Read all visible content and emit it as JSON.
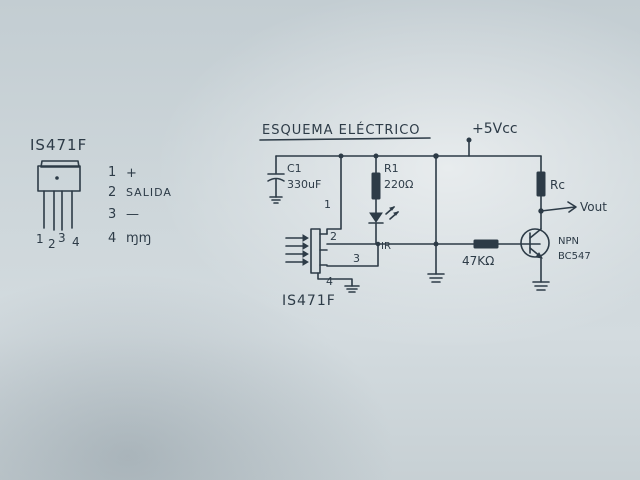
{
  "title": "ESQUEMA ELÉCTRICO",
  "pinout": {
    "part": "IS471F",
    "pin_numbers": [
      "1",
      "2",
      "3",
      "4"
    ],
    "legend": [
      {
        "num": "1",
        "text": "+"
      },
      {
        "num": "2",
        "text": "SALIDA"
      },
      {
        "num": "3",
        "text": "—"
      },
      {
        "num": "4",
        "text": "ɱɱ"
      }
    ]
  },
  "schematic": {
    "supply": "+5Vcc",
    "output": "Vout",
    "c1": {
      "ref": "C1",
      "value": "330uF"
    },
    "r1": {
      "ref": "R1",
      "value": "220Ω"
    },
    "rc": {
      "ref": "Rc"
    },
    "base_resistor": "47KΩ",
    "transistor": {
      "type": "NPN",
      "model": "BC547"
    },
    "ir_label": "IR",
    "sensor_part": "IS471F",
    "sensor_pins": [
      "1",
      "2",
      "3",
      "4"
    ]
  },
  "colors": {
    "paper": "#cdd6da",
    "ink": "#2d3b47"
  }
}
